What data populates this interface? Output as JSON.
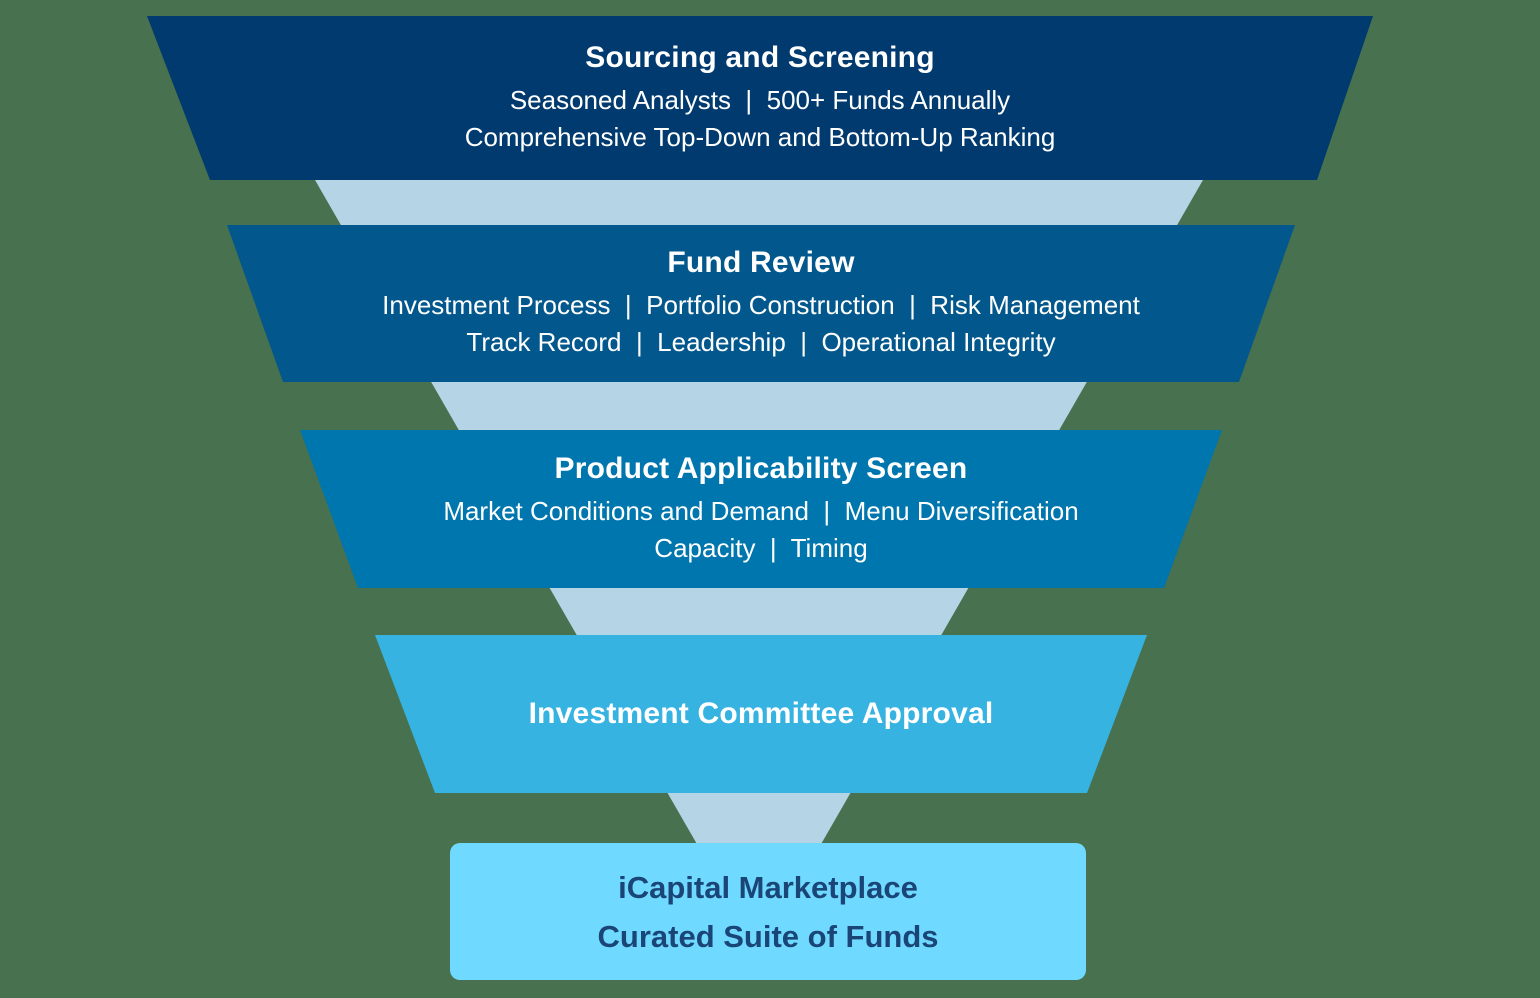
{
  "background_color": "#47714F",
  "funnel": {
    "stem_color": "#B5D4E6",
    "levels": [
      {
        "title": "Sourcing and Screening",
        "lines": [
          "Seasoned Analysts  |  500+ Funds Annually",
          "Comprehensive Top-Down and Bottom-Up Ranking"
        ],
        "color": "#003A6E",
        "text_color": "#FFFFFF"
      },
      {
        "title": "Fund Review",
        "lines": [
          "Investment Process  |  Portfolio Construction  |  Risk Management",
          "Track Record  |  Leadership  |  Operational Integrity"
        ],
        "color": "#02578C",
        "text_color": "#FFFFFF"
      },
      {
        "title": "Product Applicability Screen",
        "lines": [
          "Market Conditions and Demand  |  Menu Diversification",
          "Capacity  |  Timing"
        ],
        "color": "#0076AE",
        "text_color": "#FFFFFF"
      },
      {
        "title": "Investment Committee Approval",
        "lines": [],
        "color": "#37B3E2",
        "text_color": "#FFFFFF"
      },
      {
        "title": "iCapital Marketplace",
        "lines": [
          "Curated Suite of Funds"
        ],
        "color": "#70D9FF",
        "text_color": "#1A4577"
      }
    ]
  }
}
